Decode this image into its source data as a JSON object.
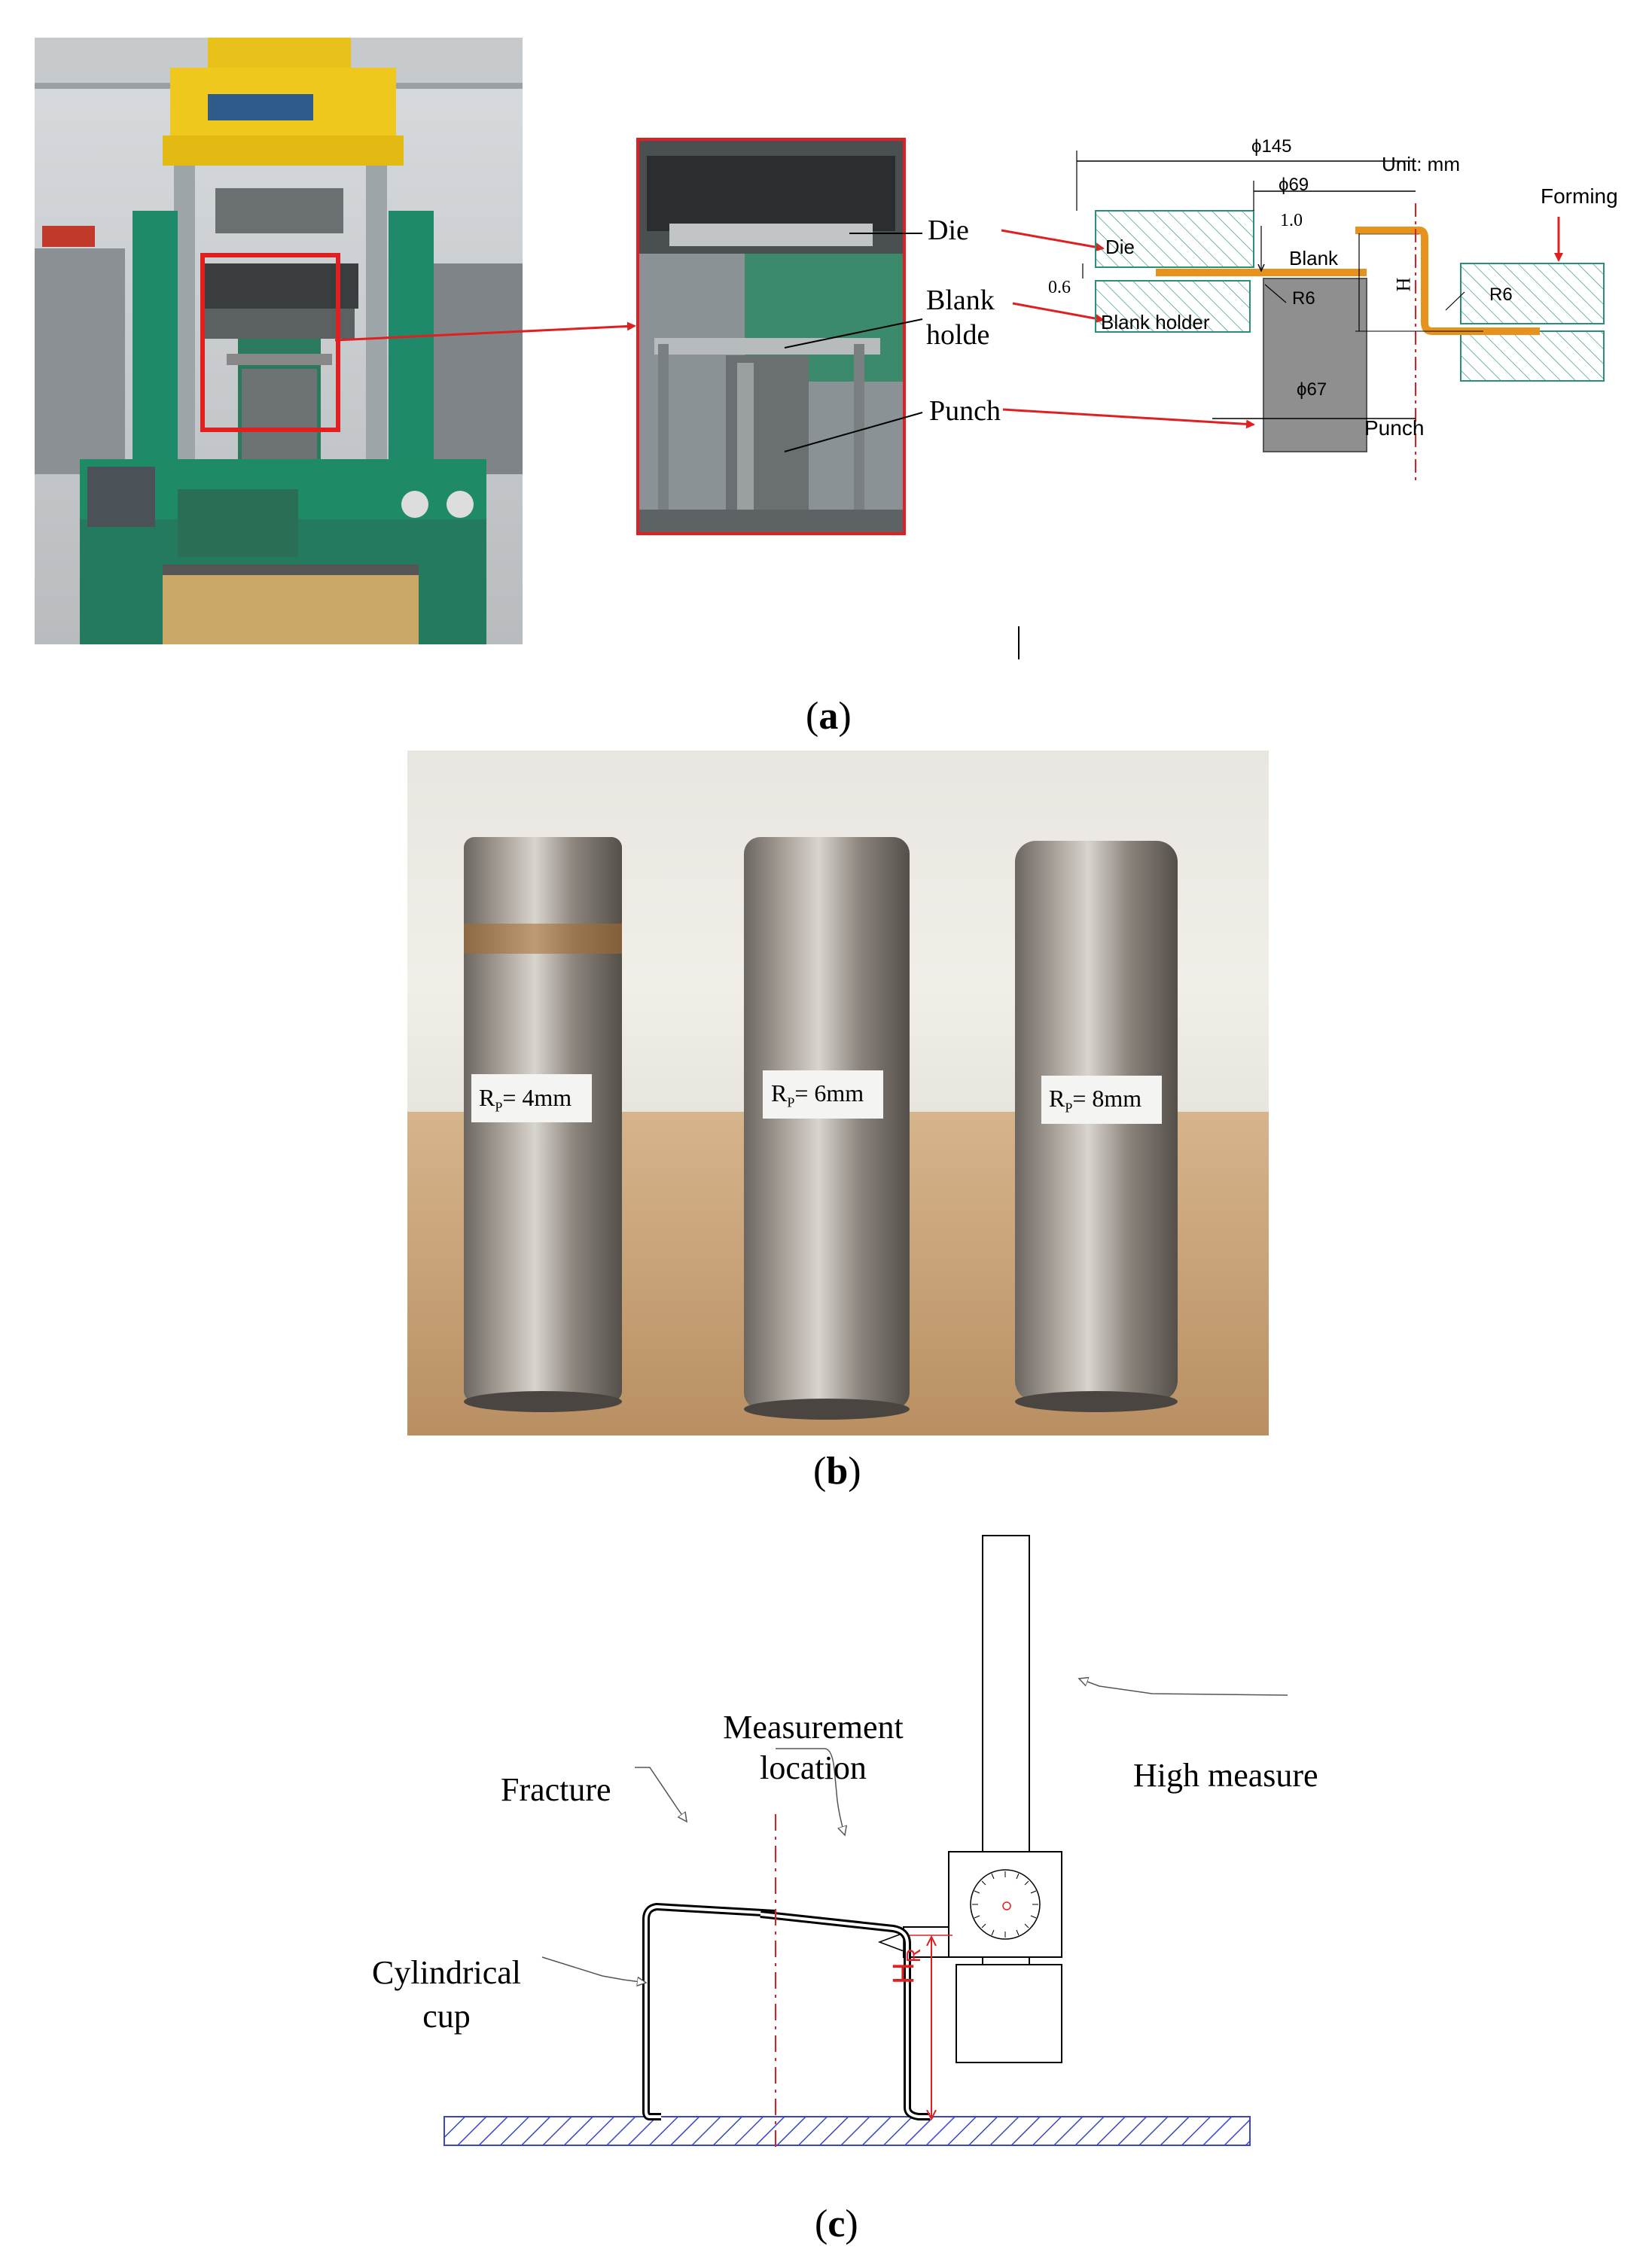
{
  "panel_a": {
    "caption_letter": "a",
    "callouts": {
      "die": "Die",
      "blank_holder_1": "Blank",
      "blank_holder_2": "holde",
      "punch": "Punch"
    },
    "drawing": {
      "unit": "Unit: mm",
      "d145": "ϕ145",
      "d69": "ϕ69",
      "t10": "1.0",
      "gap06": "0.6",
      "die": "Die",
      "blank": "Blank",
      "r6_left": "R6",
      "blank_holder": "Blank holder",
      "h": "H",
      "r6_right": "R6",
      "d67": "ϕ67",
      "punch": "Punch",
      "forming": "Forming"
    }
  },
  "panel_b": {
    "caption_letter": "b",
    "labels": [
      {
        "r": "R",
        "sub": "P",
        "val": "= 4mm"
      },
      {
        "r": "R",
        "sub": "P",
        "val": "= 6mm"
      },
      {
        "r": "R",
        "sub": "P",
        "val": "= 8mm"
      }
    ]
  },
  "panel_c": {
    "caption_letter": "c",
    "measurement_1": "Measurement",
    "measurement_2": "location",
    "fracture": "Fracture",
    "high_measure": "High measure",
    "cup_1": "Cylindrical",
    "cup_2": "cup",
    "hr_main": "H",
    "hr_sub": "R"
  },
  "colors": {
    "red": "#e02020",
    "orange": "#e8921e",
    "green": "#2a8f78",
    "hatch_blue": "#3a45c8"
  }
}
